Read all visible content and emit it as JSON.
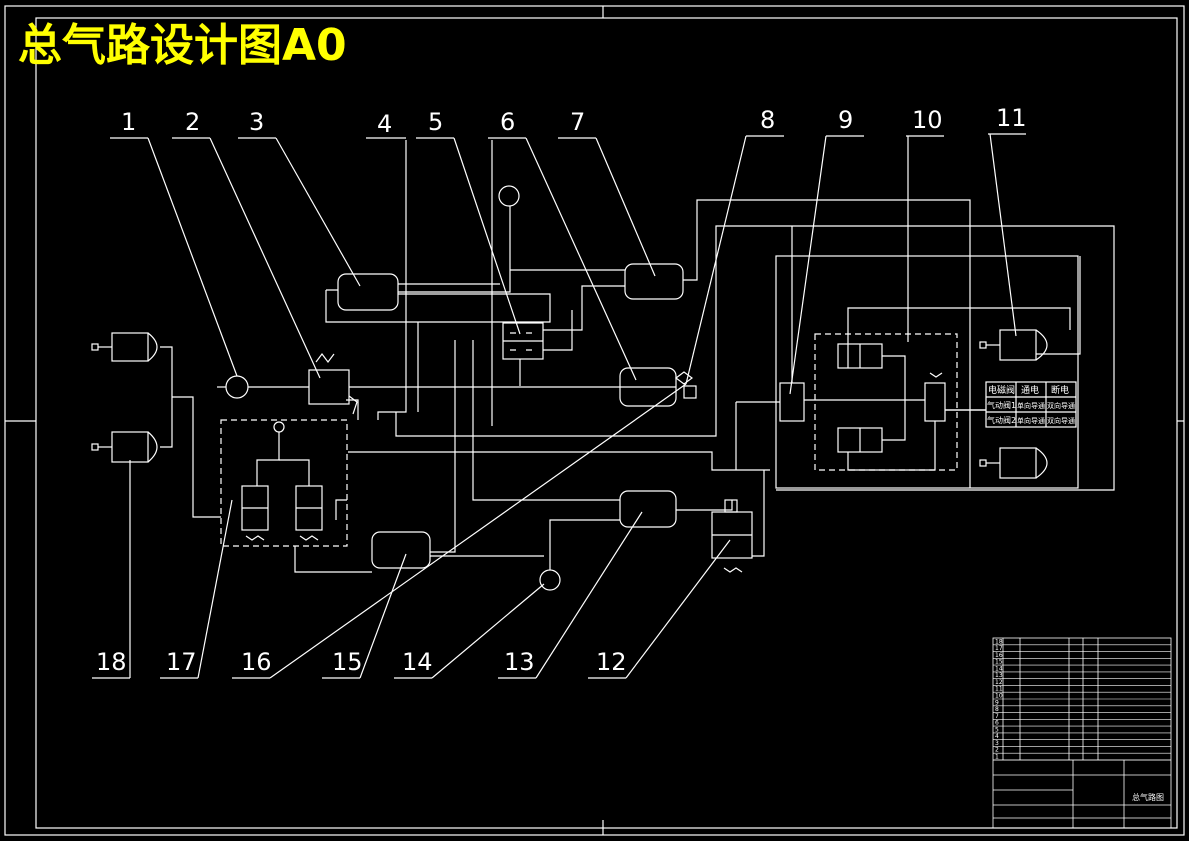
{
  "drawing": {
    "title": "总气路设计图A0",
    "title_color": "#ffff00",
    "line_color": "#ffffff",
    "background": "#000000"
  },
  "callouts": {
    "top": [
      "1",
      "2",
      "3",
      "4",
      "5",
      "6",
      "7",
      "8",
      "9",
      "10",
      "11"
    ],
    "bottom": [
      "18",
      "17",
      "16",
      "15",
      "14",
      "13",
      "12"
    ]
  },
  "legend_table": {
    "headers": [
      "电磁阀",
      "通电",
      "断电"
    ],
    "rows": [
      {
        "name": "气动阀1",
        "on": "单向导通",
        "off": "双向导通"
      },
      {
        "name": "气动阀2",
        "on": "单向导通",
        "off": "双向导通"
      }
    ]
  },
  "title_block": {
    "part_numbers": [
      "18",
      "17",
      "16",
      "15",
      "14",
      "13",
      "12",
      "11",
      "10",
      "9",
      "8",
      "7",
      "6",
      "5",
      "4",
      "3",
      "2",
      "1"
    ],
    "drawing_name": "总气路图"
  }
}
